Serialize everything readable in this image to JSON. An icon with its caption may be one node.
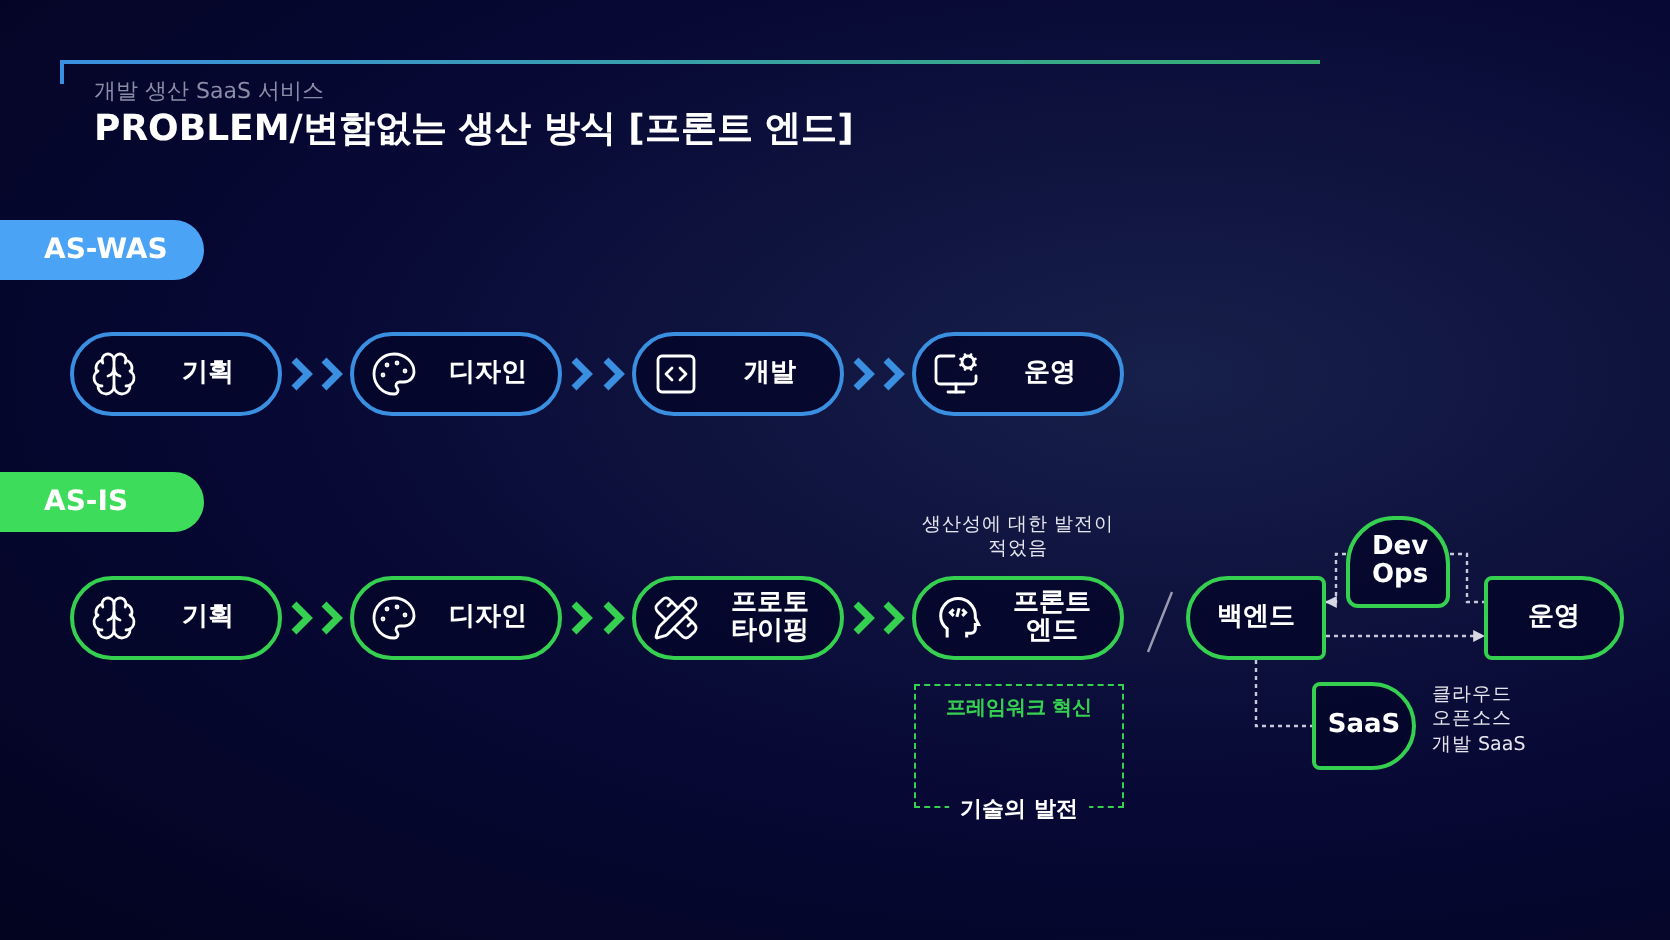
{
  "diagram": {
    "title": "PROBLEM/변함없는 생산 방식 [프론트 엔드]",
    "nodes": [
      {
        "text": [
          "AS-WAS"
        ]
      },
      {
        "text": [
          "기획"
        ]
      },
      {
        "text": [
          "디자인"
        ]
      },
      {
        "text": [
          "개발"
        ]
      },
      {
        "text": [
          "운영"
        ]
      },
      {
        "text": [
          "AS-IS"
        ]
      },
      {
        "text": [
          "기획"
        ]
      },
      {
        "text": [
          "디자인"
        ]
      },
      {
        "text": [
          "프로토 타이핑"
        ]
      },
      {
        "text": [
          "프론트 엔드"
        ],
        "beside": [
          "생산성에 대한 발전이 적었음"
        ]
      },
      {
        "text": [
          "프레임워크 혁신",
          "기술의 발전"
        ]
      },
      {
        "text": [
          "백엔드"
        ]
      },
      {
        "text": [
          "Dev Ops"
        ]
      },
      {
        "text": [
          "운영"
        ]
      },
      {
        "text": [
          "SaaS"
        ],
        "beside": [
          "클라우드",
          "오픈소스",
          "개발 SaaS"
        ]
      }
    ],
    "edges": [
      {
        "from": 1,
        "to": 2,
        "arrow": "to",
        "color": "#3b8fe0"
      },
      {
        "from": 2,
        "to": 3,
        "arrow": "to",
        "color": "#3b8fe0"
      },
      {
        "from": 3,
        "to": 4,
        "arrow": "to",
        "color": "#3b8fe0"
      },
      {
        "from": 6,
        "to": 7,
        "arrow": "to",
        "color": "#35d050"
      },
      {
        "from": 7,
        "to": 8,
        "arrow": "to",
        "color": "#35d050"
      },
      {
        "from": 8,
        "to": 9,
        "arrow": "to",
        "color": "#35d050"
      },
      {
        "from": 12,
        "to": 11,
        "arrow": "to",
        "style": "dashed"
      },
      {
        "from": 12,
        "to": 13,
        "arrow": "none",
        "style": "dashed"
      },
      {
        "from": 11,
        "to": 13,
        "arrow": "to",
        "style": "dashed"
      },
      {
        "from": 11,
        "to": 14,
        "arrow": "none",
        "style": "dashed"
      }
    ],
    "labels": [
      "개발 생산 SaaS 서비스"
    ]
  }
}
